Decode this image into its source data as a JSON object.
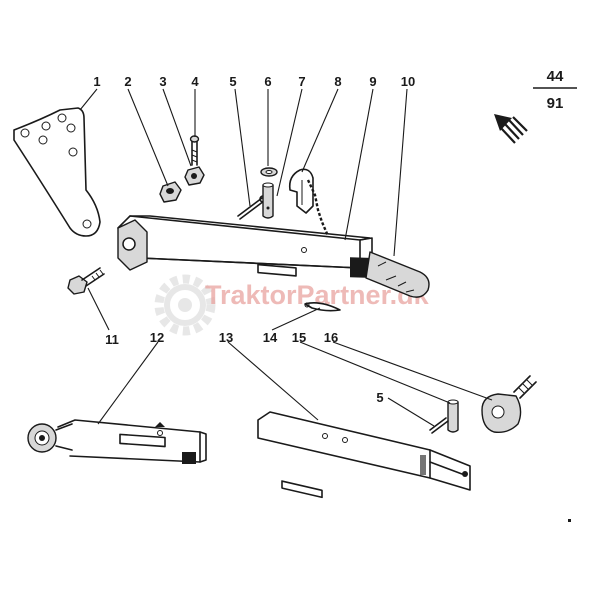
{
  "page_ref": {
    "top": "44",
    "bottom": "91"
  },
  "watermark": "TraktorPartner.dk",
  "callouts": [
    {
      "id": "c1",
      "text": "1"
    },
    {
      "id": "c2",
      "text": "2"
    },
    {
      "id": "c3",
      "text": "3"
    },
    {
      "id": "c4",
      "text": "4"
    },
    {
      "id": "c5",
      "text": "5"
    },
    {
      "id": "c6",
      "text": "6"
    },
    {
      "id": "c7",
      "text": "7"
    },
    {
      "id": "c8",
      "text": "8"
    },
    {
      "id": "c9",
      "text": "9"
    },
    {
      "id": "c10",
      "text": "10"
    },
    {
      "id": "c11",
      "text": "11"
    },
    {
      "id": "c12",
      "text": "12"
    },
    {
      "id": "c13",
      "text": "13"
    },
    {
      "id": "c14",
      "text": "14"
    },
    {
      "id": "c15",
      "text": "15"
    },
    {
      "id": "c16",
      "text": "16"
    },
    {
      "id": "c5b",
      "text": "5"
    }
  ]
}
